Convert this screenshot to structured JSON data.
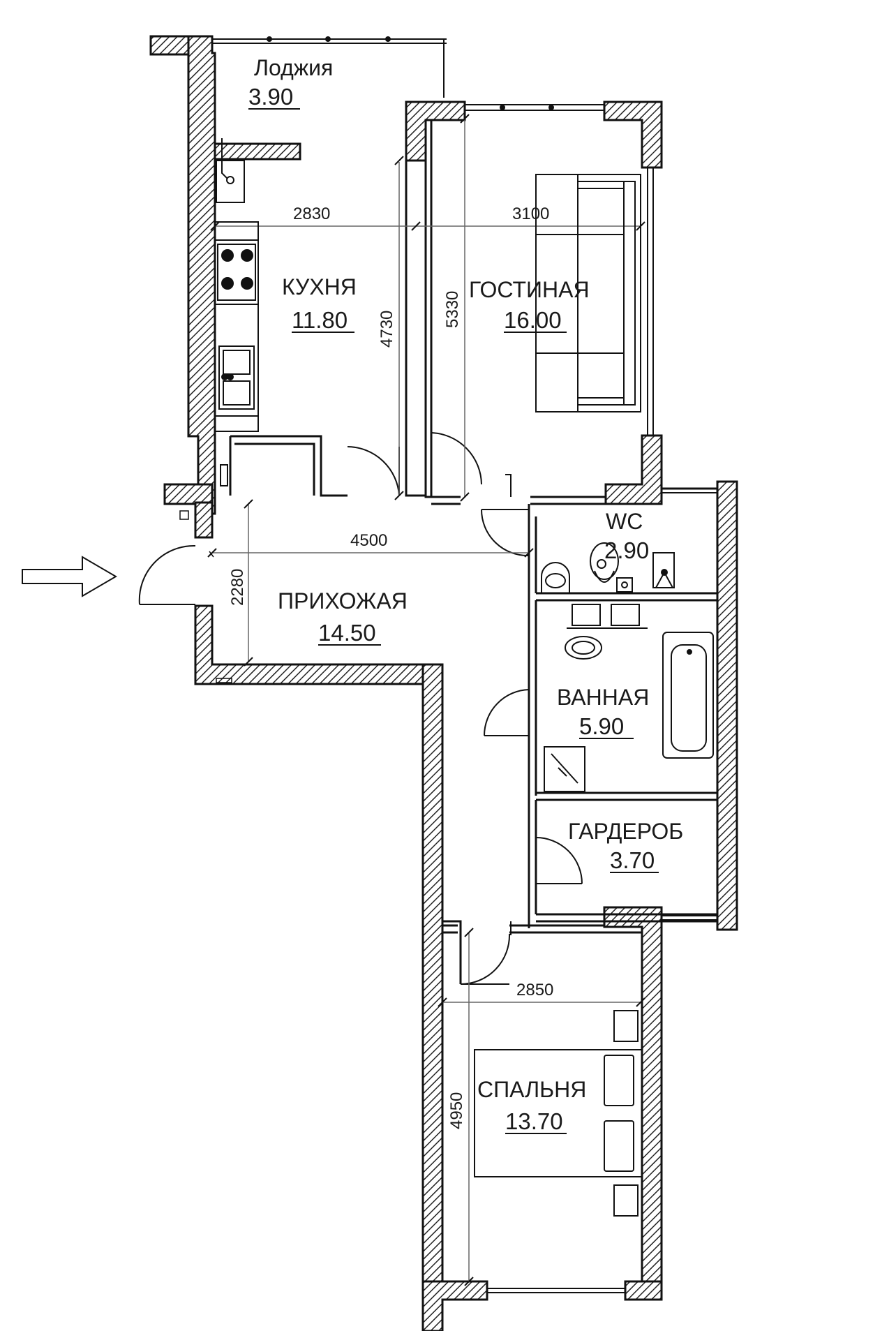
{
  "rooms": {
    "loggia": {
      "name": "Лоджия",
      "area": "3.90"
    },
    "kitchen": {
      "name": "КУХНЯ",
      "area": "11.80"
    },
    "living": {
      "name": "ГОСТИНАЯ",
      "area": "16.00"
    },
    "wc": {
      "name": "WC",
      "area": "2.90"
    },
    "hallway": {
      "name": "ПРИХОЖАЯ",
      "area": "14.50"
    },
    "bathroom": {
      "name": "ВАННАЯ",
      "area": "5.90"
    },
    "wardrobe": {
      "name": "ГАРДЕРОБ",
      "area": "3.70"
    },
    "bedroom": {
      "name": "СПАЛЬНЯ",
      "area": "13.70"
    }
  },
  "dimensions": {
    "kitchen_width": "2830",
    "living_width": "3100",
    "kitchen_depth": "4730",
    "living_depth": "5330",
    "hallway_width": "4500",
    "hallway_depth": "2280",
    "bedroom_width": "2850",
    "bedroom_depth": "4950"
  }
}
